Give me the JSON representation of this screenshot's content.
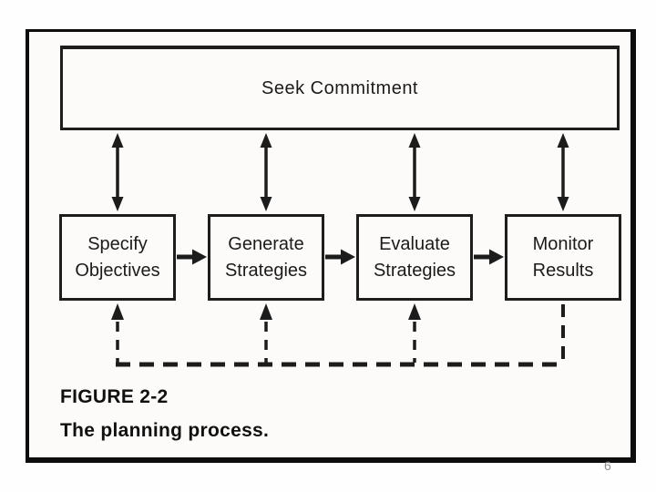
{
  "slide": {
    "page_number": "6"
  },
  "figure": {
    "title_box": "Seek Commitment",
    "process_boxes": [
      {
        "line1": "Specify",
        "line2": "Objectives"
      },
      {
        "line1": "Generate",
        "line2": "Strategies"
      },
      {
        "line1": "Evaluate",
        "line2": "Strategies"
      },
      {
        "line1": "Monitor",
        "line2": "Results"
      }
    ],
    "caption": {
      "label": "FIGURE 2-2",
      "text": "The planning process."
    },
    "colors": {
      "ink": "#1c1c1c",
      "frame_border": "#0d0d0d",
      "paper": "#fcfbf9",
      "page_number": "#8f8f8f"
    }
  }
}
